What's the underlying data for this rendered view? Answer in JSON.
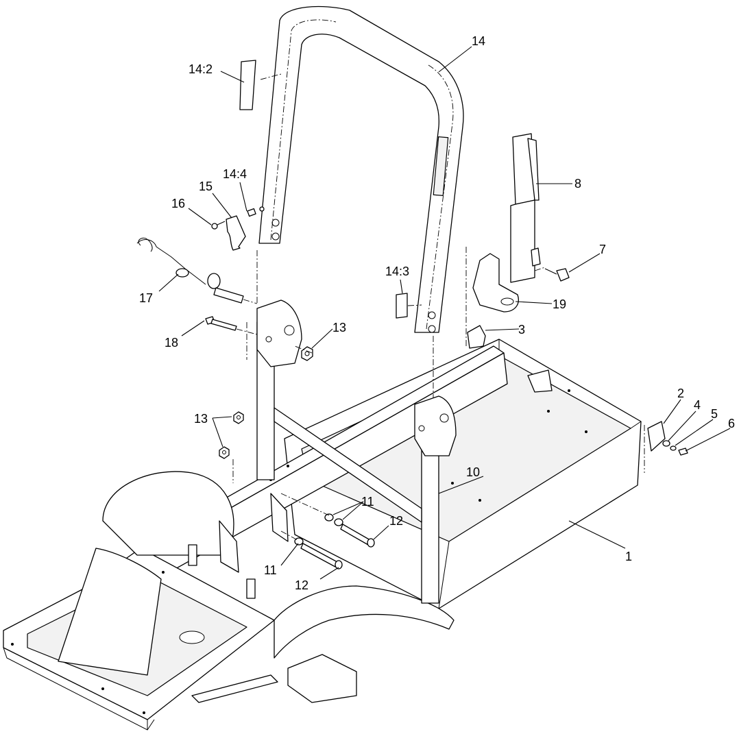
{
  "callouts": {
    "c1": "1",
    "c2": "2",
    "c3": "3",
    "c4": "4",
    "c5": "5",
    "c6": "6",
    "c7": "7",
    "c8": "8",
    "c10": "10",
    "c11a": "11",
    "c11b": "11",
    "c12a": "12",
    "c12b": "12",
    "c13a": "13",
    "c13b": "13",
    "c14": "14",
    "c14_2": "14:2",
    "c14_3": "14:3",
    "c14_4": "14:4",
    "c15": "15",
    "c16": "16",
    "c17": "17",
    "c18": "18",
    "c19": "19"
  },
  "colors": {
    "line": "#000000",
    "background": "#ffffff"
  }
}
